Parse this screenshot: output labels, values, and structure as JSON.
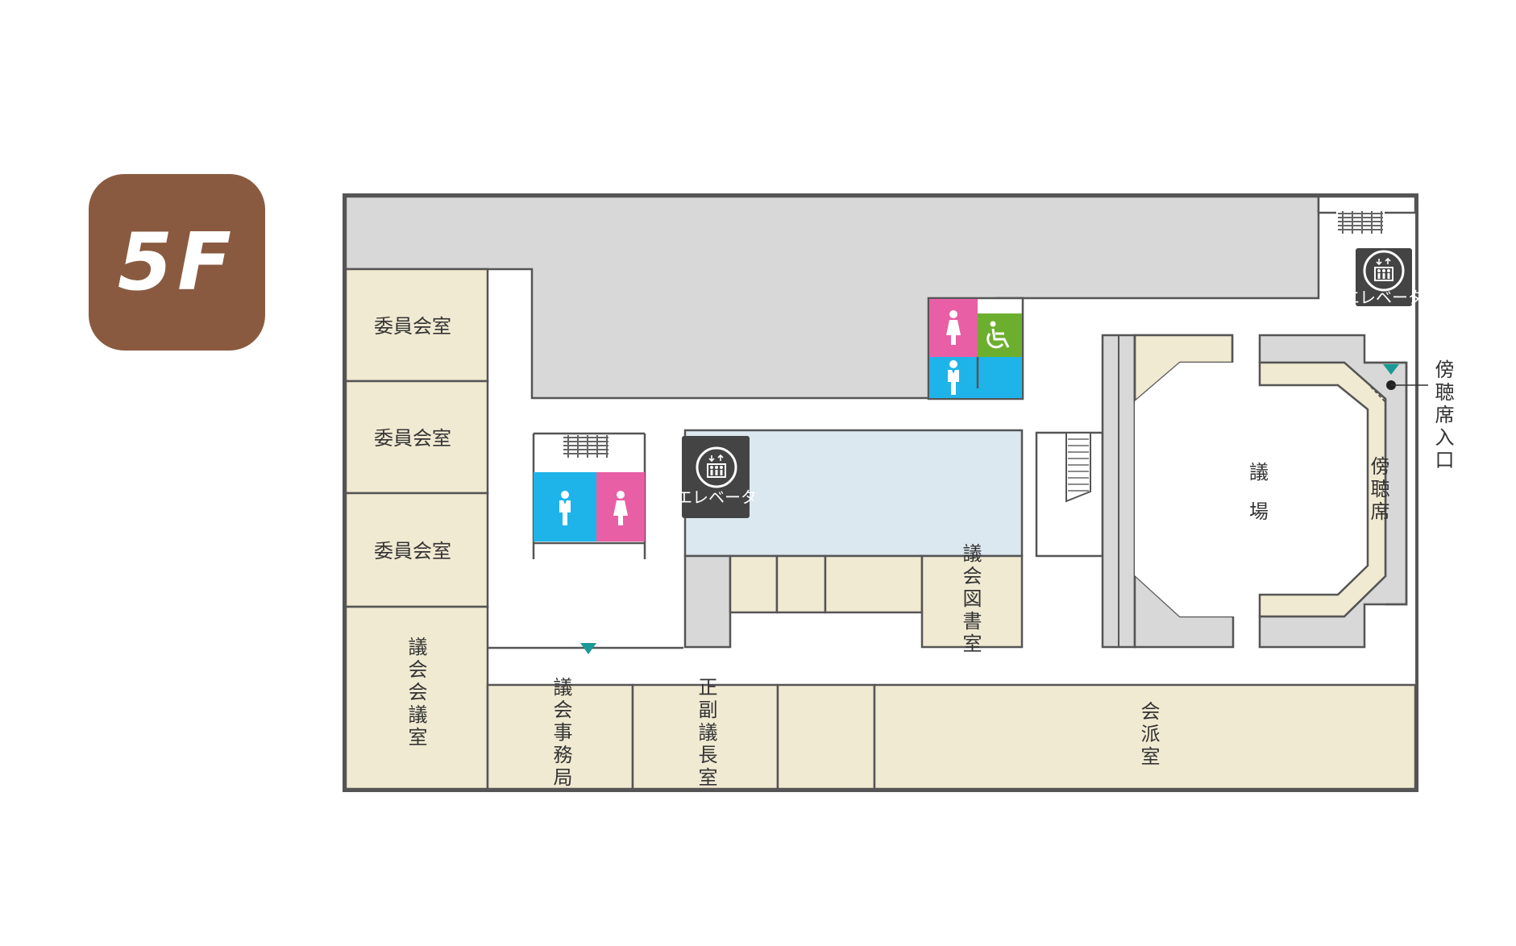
{
  "floor": {
    "label": "5F",
    "badge_color": "#8a5a40"
  },
  "colors": {
    "room": "#f1ead2",
    "corridor_gray": "#d8d8d8",
    "water": "#dce8ef",
    "wall": "#555555",
    "male": "#1eb4ea",
    "female": "#e85fa5",
    "accessible": "#6cae2e",
    "elevator": "#444444",
    "entrance_marker": "#1a9a96"
  },
  "rooms": {
    "committee_1": "委員会室",
    "committee_2": "委員会室",
    "committee_3": "委員会室",
    "assembly_meeting": "議会会議室",
    "secretariat": "議会事務局",
    "speaker_office": "正副議長室",
    "library": "議会図書室",
    "faction": "会派室",
    "chamber_1": "議",
    "chamber_2": "場",
    "gallery": "傍聴席",
    "gallery_entrance": "傍聴席入口"
  },
  "elevators": {
    "center": "エレベータ",
    "northeast": "エレベータ"
  },
  "icons": {
    "male": "male-toilet-icon",
    "female": "female-toilet-icon",
    "accessible": "wheelchair-icon",
    "elevator": "elevator-icon",
    "stairs": "stairs-icon",
    "entrance": "entrance-marker-icon"
  }
}
